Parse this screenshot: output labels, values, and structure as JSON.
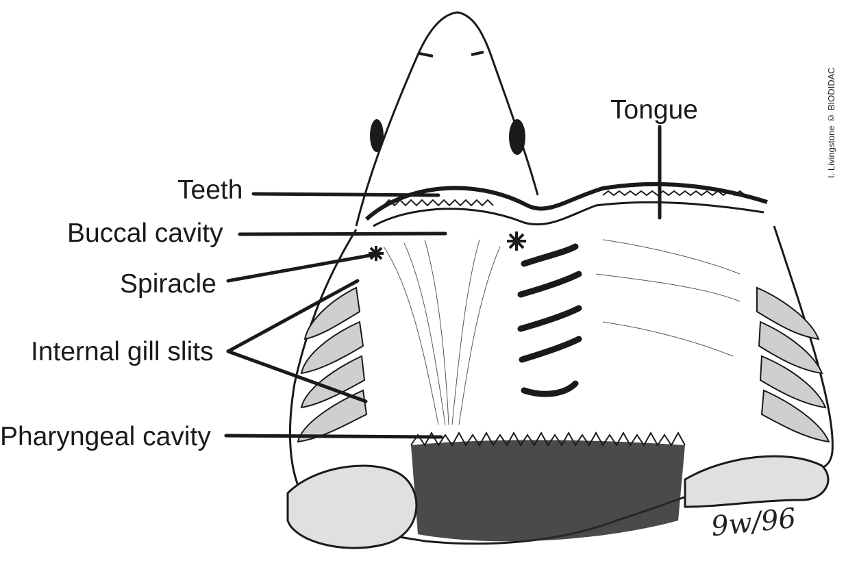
{
  "labels": {
    "tongue": "Tongue",
    "teeth": "Teeth",
    "buccal_cavity": "Buccal cavity",
    "spiracle": "Spiracle",
    "internal_gill_slits": "Internal gill slits",
    "pharyngeal_cavity": "Pharyngeal cavity"
  },
  "credit": "I. Livingstone © BIODIDAC",
  "signature": "9w/96",
  "colors": {
    "ink": "#1a1a1a",
    "background": "#ffffff"
  }
}
